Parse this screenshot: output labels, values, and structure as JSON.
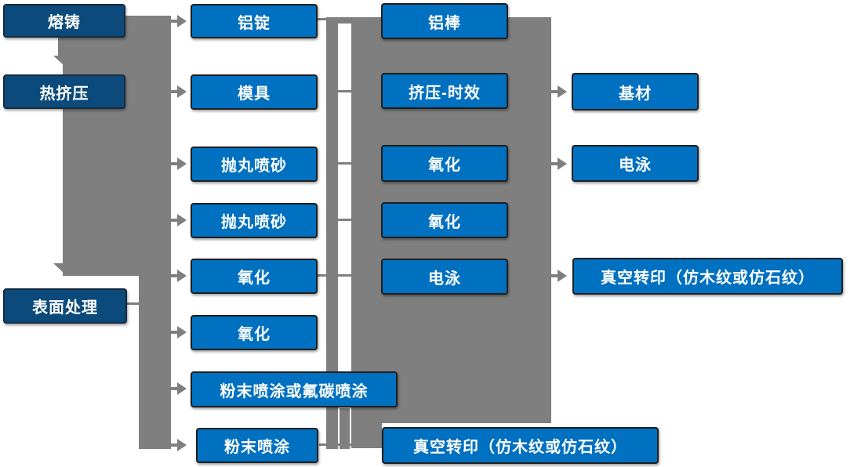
{
  "colors": {
    "stage_box_fill": "#0B4A7A",
    "process_box_fill": "#0070C0",
    "box_border": "#1F1F1F",
    "connector_gray": "#7F7F7F",
    "text": "#FFFFFF",
    "background": "#FFFFFF"
  },
  "nodes": {
    "rongzhu": {
      "label": "熔铸"
    },
    "rejiya": {
      "label": "热挤压"
    },
    "biaomian": {
      "label": "表面处理"
    },
    "lvding": {
      "label": "铝锭"
    },
    "muju": {
      "label": "模具"
    },
    "paowan1": {
      "label": "抛丸喷砂"
    },
    "paowan2": {
      "label": "抛丸喷砂"
    },
    "yanghua1": {
      "label": "氧化"
    },
    "yanghua2": {
      "label": "氧化"
    },
    "fentufu": {
      "label": "粉末喷涂或氟碳喷涂"
    },
    "fenmo": {
      "label": "粉末喷涂"
    },
    "lvbang": {
      "label": "铝棒"
    },
    "jiya": {
      "label": "挤压-时效"
    },
    "yanghua3": {
      "label": "氧化"
    },
    "yanghua4": {
      "label": "氧化"
    },
    "dianyong1": {
      "label": "电泳"
    },
    "zhenkong_bottom": {
      "label": "真空转印（仿木纹或仿石纹）"
    },
    "jicai": {
      "label": "基材"
    },
    "dianyong2": {
      "label": "电泳"
    },
    "zhenkong_right": {
      "label": "真空转印（仿木纹或仿石纹）"
    }
  },
  "edges": [
    {
      "from": "rongzhu",
      "to": "rejiya",
      "style": "thick-down-arrow"
    },
    {
      "from": "rejiya",
      "to": "biaomian",
      "style": "thick-down-arrow"
    },
    {
      "from": "left-spine",
      "to": "lvding",
      "style": "right-arrow"
    },
    {
      "from": "left-spine",
      "to": "muju",
      "style": "right-arrow"
    },
    {
      "from": "left-spine",
      "to": "paowan1",
      "style": "right-arrow"
    },
    {
      "from": "left-spine",
      "to": "paowan2",
      "style": "right-arrow"
    },
    {
      "from": "left-spine",
      "to": "yanghua1",
      "style": "right-arrow"
    },
    {
      "from": "left-spine",
      "to": "yanghua2",
      "style": "right-arrow"
    },
    {
      "from": "left-spine",
      "to": "fentufu",
      "style": "right-arrow"
    },
    {
      "from": "left-spine",
      "to": "fenmo",
      "style": "right-arrow"
    },
    {
      "from": "lvding",
      "to": "lvbang",
      "style": "bar-link"
    },
    {
      "from": "muju",
      "to": "jiya",
      "style": "bar-link"
    },
    {
      "from": "paowan1",
      "to": "yanghua3",
      "style": "bar-link"
    },
    {
      "from": "paowan2",
      "to": "yanghua4",
      "style": "bar-link"
    },
    {
      "from": "yanghua1",
      "to": "dianyong1",
      "style": "bar-link"
    },
    {
      "from": "fenmo",
      "to": "zhenkong_bottom",
      "style": "bar-link"
    },
    {
      "from": "jiya",
      "to": "jicai",
      "style": "right-arrow"
    },
    {
      "from": "yanghua3",
      "to": "dianyong2",
      "style": "right-arrow"
    },
    {
      "from": "dianyong1",
      "to": "zhenkong_right",
      "style": "right-arrow"
    }
  ]
}
